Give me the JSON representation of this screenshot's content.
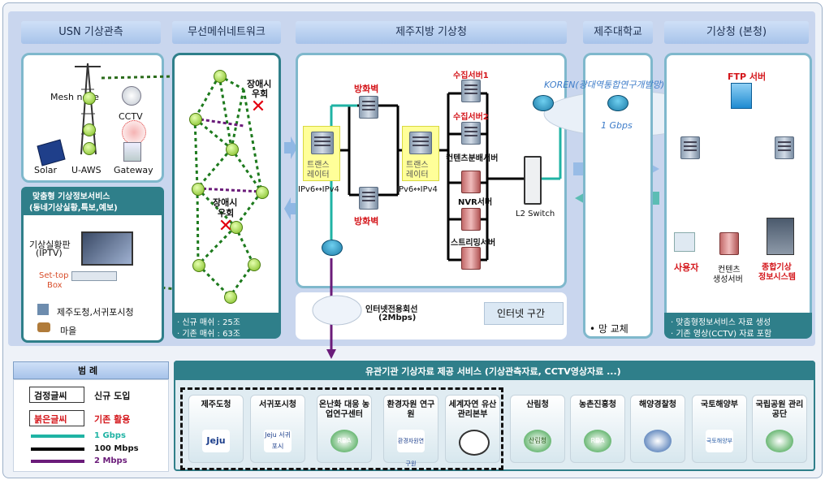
{
  "headers": {
    "usn": "USN 기상관측",
    "mesh": "무선메쉬네트워크",
    "jeju_kma": "제주지방 기상청",
    "jeju_univ": "제주대학교",
    "kma_hq": "기상청 (본청)"
  },
  "usn": {
    "mesh_node": "Mesh node",
    "cctv": "CCTV",
    "solar": "Solar",
    "u_aws": "U-AWS",
    "gateway": "Gateway"
  },
  "custom": {
    "title1": "맞춤형 기상정보서비스",
    "title2": "(동네기상실황,특보,예보)",
    "iptv": "기상실황판",
    "iptv2": "(IPTV)",
    "settop1": "Set-top",
    "settop2": "Box",
    "office": "제주도청,서귀포시청",
    "village": "마을"
  },
  "mesh": {
    "detour1a": "장애시",
    "detour1b": "우회",
    "detour2a": "장애시",
    "detour2b": "우회",
    "note1": "· 신규 매쉬 : 25조",
    "note2": "· 기존 매쉬 : 63조"
  },
  "jeju": {
    "firewall1": "방화벽",
    "firewall2": "방화벽",
    "collect1": "수집서버1",
    "collect2": "수집서버2",
    "contents": "컨텐츠분배서버",
    "nvr": "NVR서버",
    "streaming": "스트리밍서버",
    "translator1a": "트랜스",
    "translator1b": "레이터",
    "translator2a": "트랜스",
    "translator2b": "레이터",
    "ipv1": "IPv6↔IPv4",
    "ipv2": "IPv6↔IPv4",
    "l2": "L2 Switch",
    "dedicated1": "인터넷전용회선",
    "dedicated2": "(2Mbps)",
    "internet": "인터넷 구간"
  },
  "univ": {
    "koren": "KOREN(광대역통합연구개발망)",
    "gbps": "1 Gbps",
    "exchange": "• 망 교체"
  },
  "hq": {
    "ftp": "FTP 서버",
    "user": "사용자",
    "contents1": "컨텐츠",
    "contents2": "생성서버",
    "system1": "종합기상",
    "system2": "정보시스템",
    "note1": "· 맞춤형정보서비스 자료 생성",
    "note2": "· 기존 영상(CCTV) 자료 포함"
  },
  "legend": {
    "title": "범 례",
    "black_box": "검정글씨",
    "new": "신규 도입",
    "red_box": "붉은글씨",
    "existing": "기존 활용",
    "l1": "1 Gbps",
    "l2": "100 Mbps",
    "l3": "2 Mbps"
  },
  "service": {
    "title": "유관기관 기상자료 제공 서비스 (기상관측자료, CCTV영상자료 ...)"
  },
  "orgs": [
    {
      "name": "제주도청",
      "logo": "Jeju"
    },
    {
      "name": "서귀포시청",
      "logo": "Jeju 서귀포시"
    },
    {
      "name": "온난화 대응 농업연구센터",
      "logo": "RDA"
    },
    {
      "name": "환경자원 연구원",
      "logo": "환경자원연구원"
    },
    {
      "name": "세계자연 유산관리본부",
      "logo": ""
    },
    {
      "name": "산림청",
      "logo": "산림청"
    },
    {
      "name": "농촌진흥청",
      "logo": "RDA"
    },
    {
      "name": "해양경찰청",
      "logo": ""
    },
    {
      "name": "국토해양부",
      "logo": "국토해양부"
    },
    {
      "name": "국립공원 관리공단",
      "logo": ""
    }
  ],
  "colors": {
    "teal": "#2f7f8a",
    "gbps": "#1fb3a4",
    "mbps100": "#000000",
    "mbps2": "#6b1c7a",
    "mesh_link": "#1d7a1d",
    "new_red": "#d4161b"
  }
}
